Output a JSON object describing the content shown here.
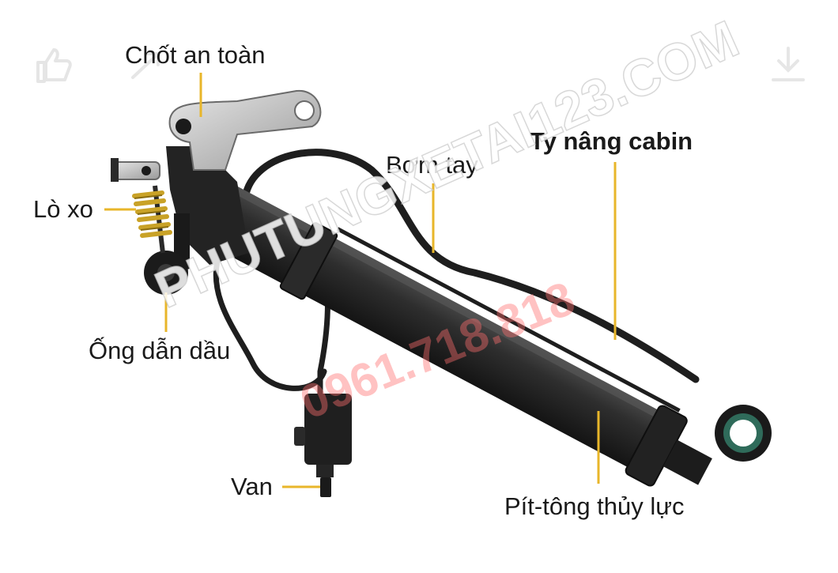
{
  "labels": {
    "safety_pin": "Chốt an toàn",
    "spring": "Lò xo",
    "oil_pipe": "Ống dẫn dầu",
    "valve": "Van",
    "hand_pump": "Bơm tay",
    "cabin_lift_rod": "Ty nâng cabin",
    "hydraulic_piston": "Pít-tông thủy lực"
  },
  "watermark": {
    "site": "PHUTUNGXETAI123.COM",
    "phone": "0961.718.818"
  },
  "icons": {
    "top_left": "thumbs-up-icon",
    "top_left_2": "share-icon",
    "top_right": "download-icon"
  },
  "colors": {
    "leader_line": "#e8b62a",
    "cylinder": "#2b2b2b",
    "seal_ring": "#2f6b5a",
    "spring": "#c9a227",
    "watermark_site": "#ffffff",
    "watermark_phone": "#ff6b6b"
  }
}
